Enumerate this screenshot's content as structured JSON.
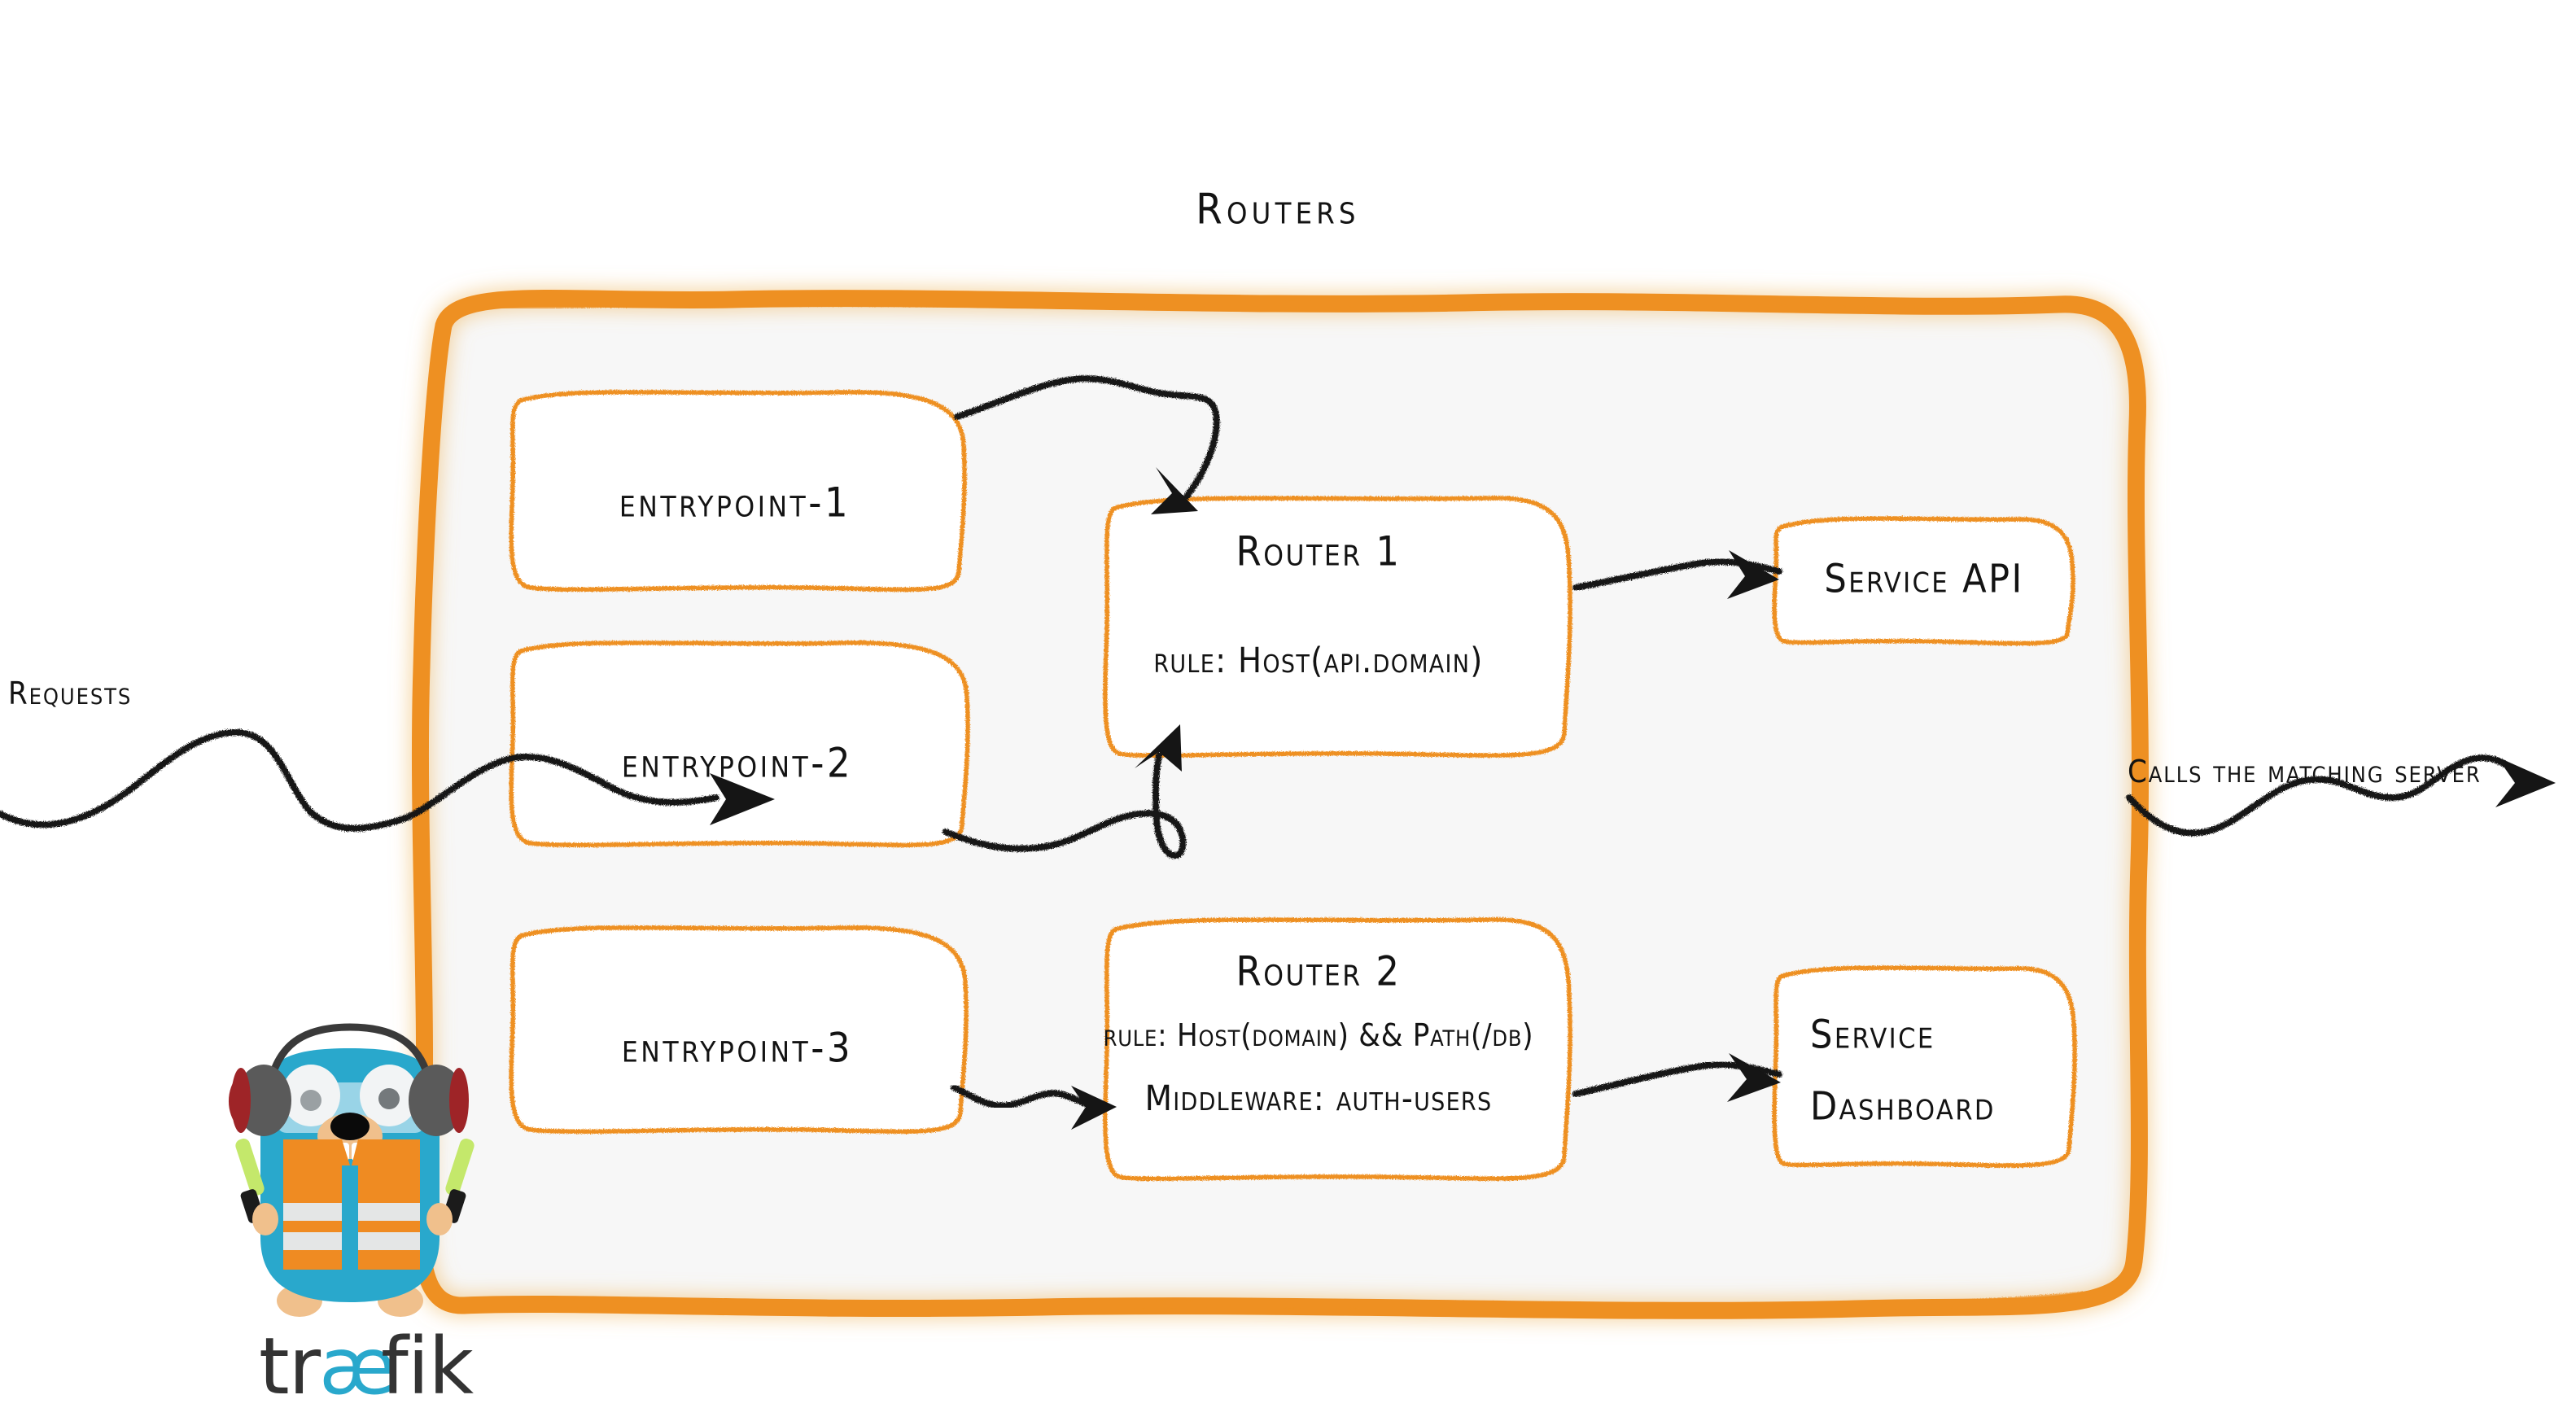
{
  "diagram": {
    "title": "Routers",
    "background_color": "#ffffff",
    "panel_fill": "#f7f7f7",
    "accent_color": "#ee9023",
    "ink_color": "#131313"
  },
  "entrypoints": [
    {
      "label": "entrypoint-1"
    },
    {
      "label": "entrypoint-2"
    },
    {
      "label": "entrypoint-3"
    }
  ],
  "routers": [
    {
      "title": "Router 1",
      "lines": [
        "rule: Host(api.domain)"
      ]
    },
    {
      "title": "Router 2",
      "lines": [
        "rule: Host(domain) && Path(/db)",
        "Middleware: auth-users"
      ]
    }
  ],
  "services": [
    {
      "lines": [
        "Service API"
      ]
    },
    {
      "lines": [
        "Service",
        "Dashboard"
      ]
    }
  ],
  "captions": {
    "incoming": "Requests",
    "outgoing": "Calls the matching server"
  },
  "logo": {
    "wordmark": "træfik",
    "mascot": "traefik-gopher-icon",
    "body_color": "#29a8cc",
    "vest_color": "#ef8b22",
    "stripe_color": "#e4e6e6",
    "headphone_color": "#5a5a5a",
    "headphone_accent": "#9e2427",
    "glowstick_color": "#c4e86b",
    "wordmark_dark": "#333333",
    "wordmark_accent": "#29a8cc"
  }
}
